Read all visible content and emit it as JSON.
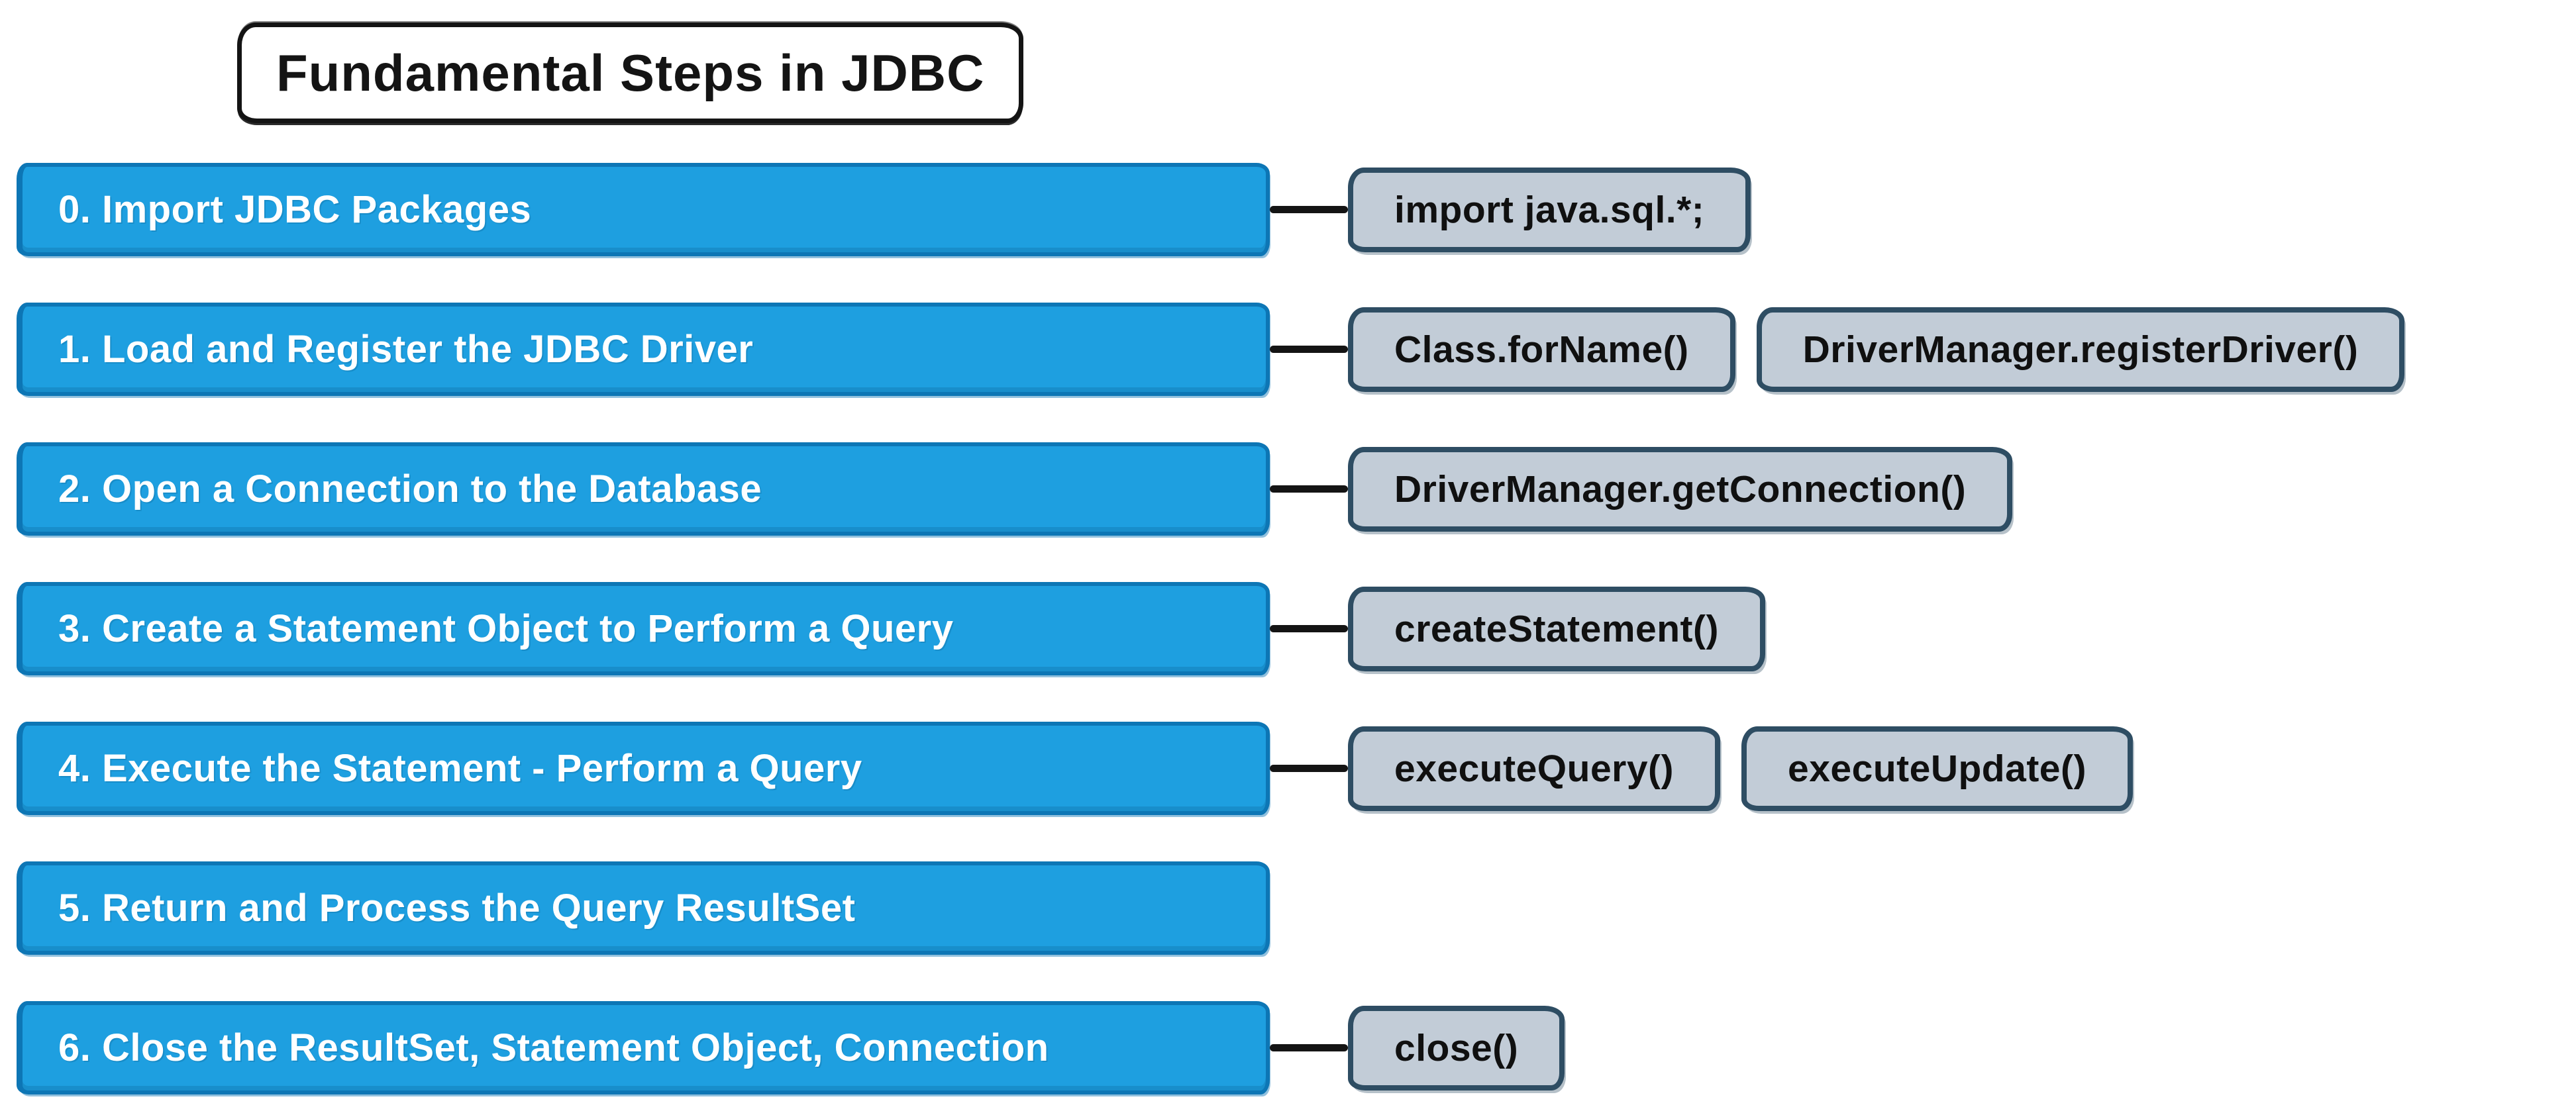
{
  "title": {
    "text": "Fundamental Steps in JDBC"
  },
  "colors": {
    "step_fill": "#1e9fe0",
    "step_border": "#0d76b5",
    "method_fill": "#c2ccd7",
    "method_border": "#2e4d63",
    "ink": "#141414",
    "step_text": "#ffffff"
  },
  "rows": [
    {
      "label": "0. Import JDBC Packages",
      "methods": [
        "import java.sql.*;"
      ]
    },
    {
      "label": "1. Load and Register the JDBC Driver",
      "methods": [
        "Class.forName()",
        "DriverManager.registerDriver()"
      ]
    },
    {
      "label": "2. Open a Connection to the Database",
      "methods": [
        "DriverManager.getConnection()"
      ]
    },
    {
      "label": "3. Create a Statement Object to Perform a Query",
      "methods": [
        "createStatement()"
      ]
    },
    {
      "label": "4. Execute the Statement - Perform a Query",
      "methods": [
        "executeQuery()",
        "executeUpdate()"
      ]
    },
    {
      "label": "5. Return and Process the Query ResultSet",
      "methods": []
    },
    {
      "label": "6. Close the ResultSet, Statement Object, Connection",
      "methods": [
        "close()"
      ]
    }
  ]
}
